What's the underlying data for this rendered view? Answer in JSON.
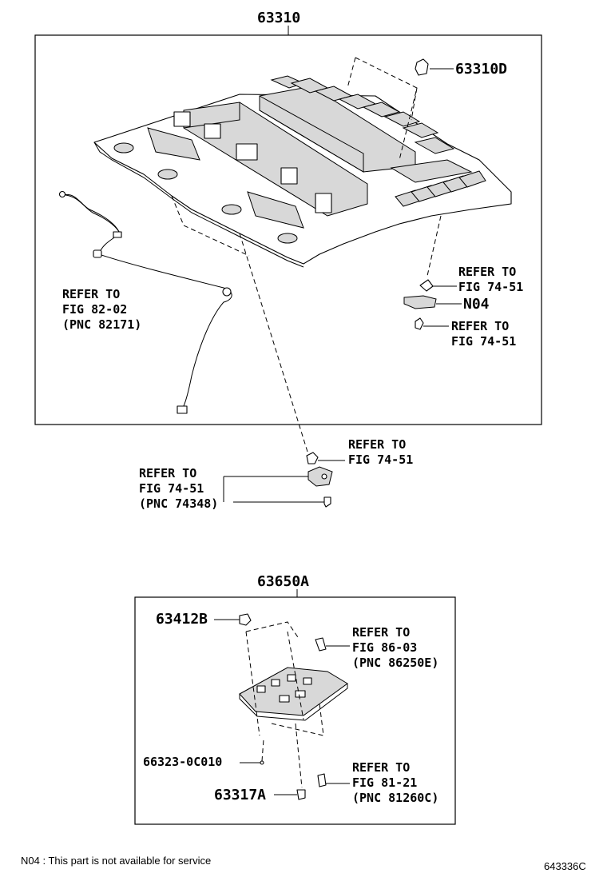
{
  "headliner_group": {
    "part_number": "63310",
    "clip_part": "63310D",
    "ref_harness": [
      "REFER TO",
      "FIG 82-02",
      "(PNC 82171)"
    ],
    "ref_clip_upper": [
      "REFER TO",
      "FIG 74-51"
    ],
    "part_n04": "N04",
    "ref_clip_lower": [
      "REFER TO",
      "FIG 74-51"
    ]
  },
  "visor_area": {
    "ref_clip": [
      "REFER TO",
      "FIG 74-51"
    ],
    "ref_holder": [
      "REFER TO",
      "FIG 74-51",
      "(PNC 74348)"
    ]
  },
  "lamp_group": {
    "part_number": "63650A",
    "part_63412b": "63412B",
    "ref_switch": [
      "REFER TO",
      "FIG 86-03",
      "(PNC 86250E)"
    ],
    "part_66323": "66323-0C010",
    "ref_bulb": [
      "REFER TO",
      "FIG 81-21",
      "(PNC 81260C)"
    ],
    "part_63317a": "63317A"
  },
  "footer": {
    "note": "N04 : This part is not available for service",
    "illustration_code": "643336C"
  }
}
